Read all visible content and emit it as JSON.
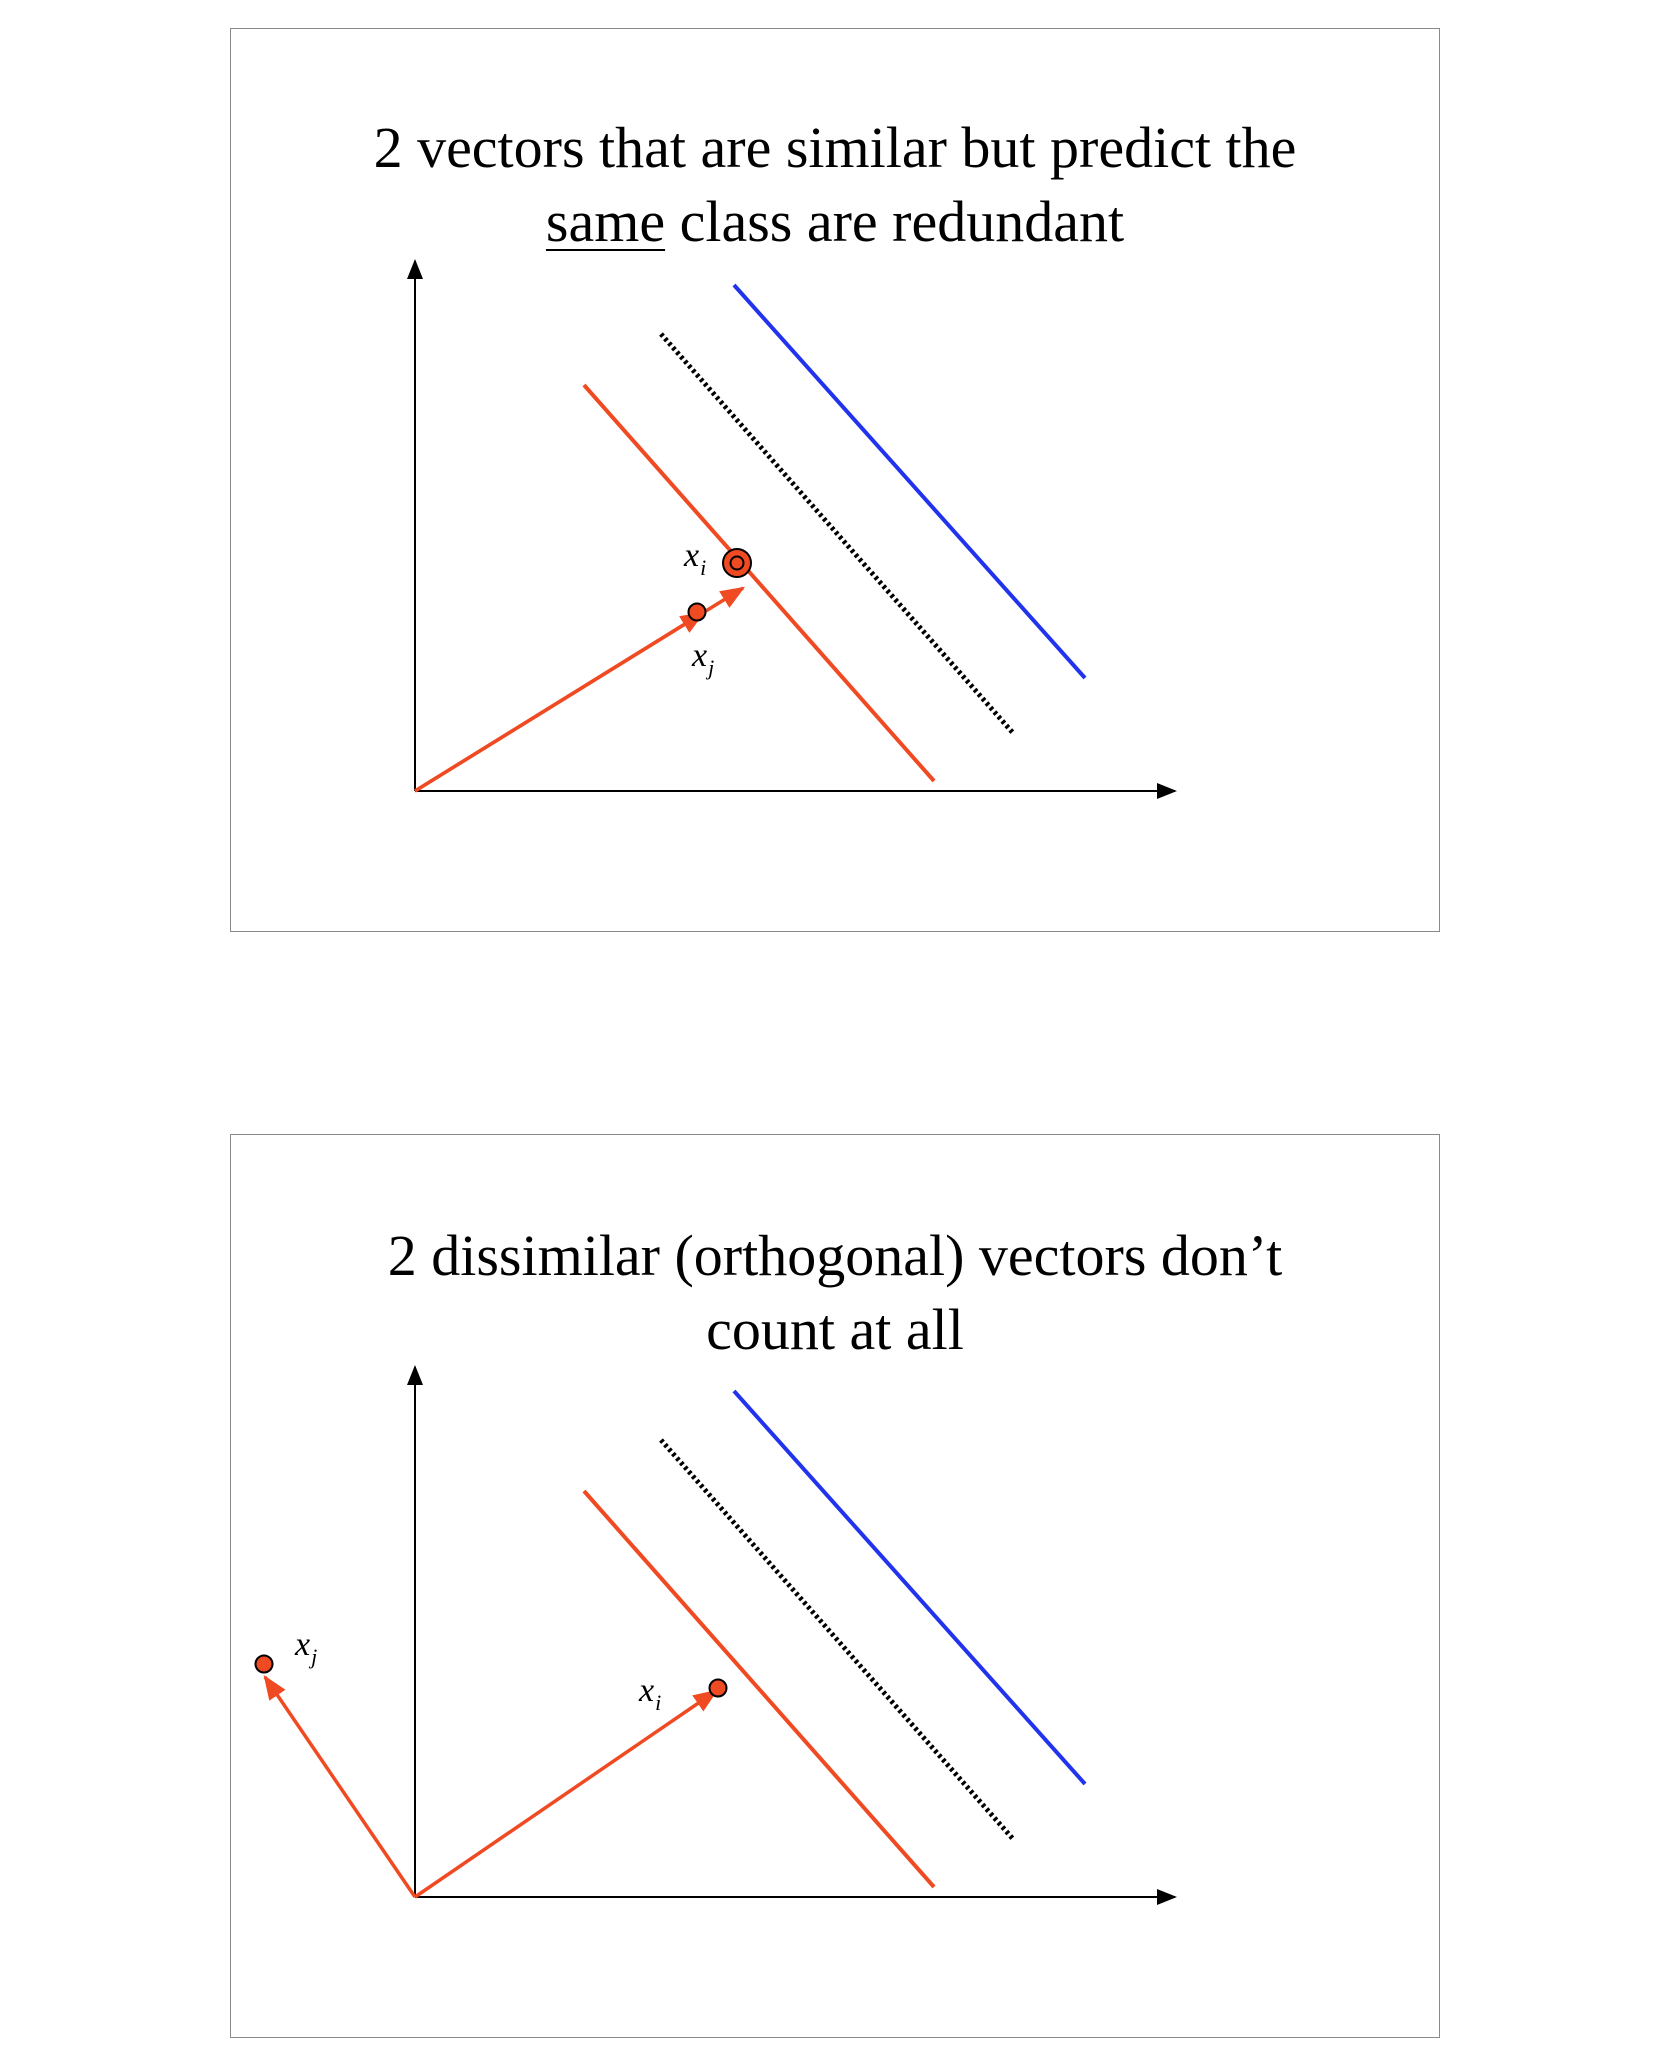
{
  "slides": [
    {
      "title_line1": "2 vectors that are similar but predict the",
      "title_line2_underlined": "same",
      "title_line2_rest": " class are redundant",
      "labels": {
        "xi_base": "x",
        "xi_sub": "i",
        "xj_base": "x",
        "xj_sub": "j"
      }
    },
    {
      "title_line1": "2 dissimilar (orthogonal) vectors don’t",
      "title_line2": "count at all",
      "labels": {
        "xi_base": "x",
        "xi_sub": "i",
        "xj_base": "x",
        "xj_sub": "j"
      }
    }
  ],
  "colors": {
    "margin_line": "#f04a23",
    "boundary_line": "#2233ee",
    "decision_line": "#000000",
    "vector": "#f04a23",
    "point_fill": "#f04a23"
  }
}
